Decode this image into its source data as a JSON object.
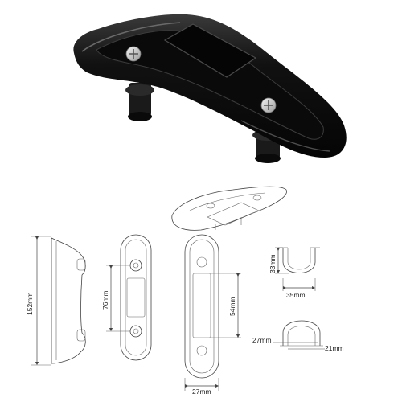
{
  "product": {
    "name": "kayak cleat with mounting screws",
    "color": "#0d0d0d",
    "screw_color": "#d6d6d6"
  },
  "dimensions": {
    "overall_length": "152mm",
    "screw_spacing": "76mm",
    "slot_length": "54mm",
    "base_width": "27mm",
    "profile_height": "33mm",
    "profile_width": "35mm",
    "end_outer_width": "27mm",
    "end_inner_width": "21mm"
  }
}
